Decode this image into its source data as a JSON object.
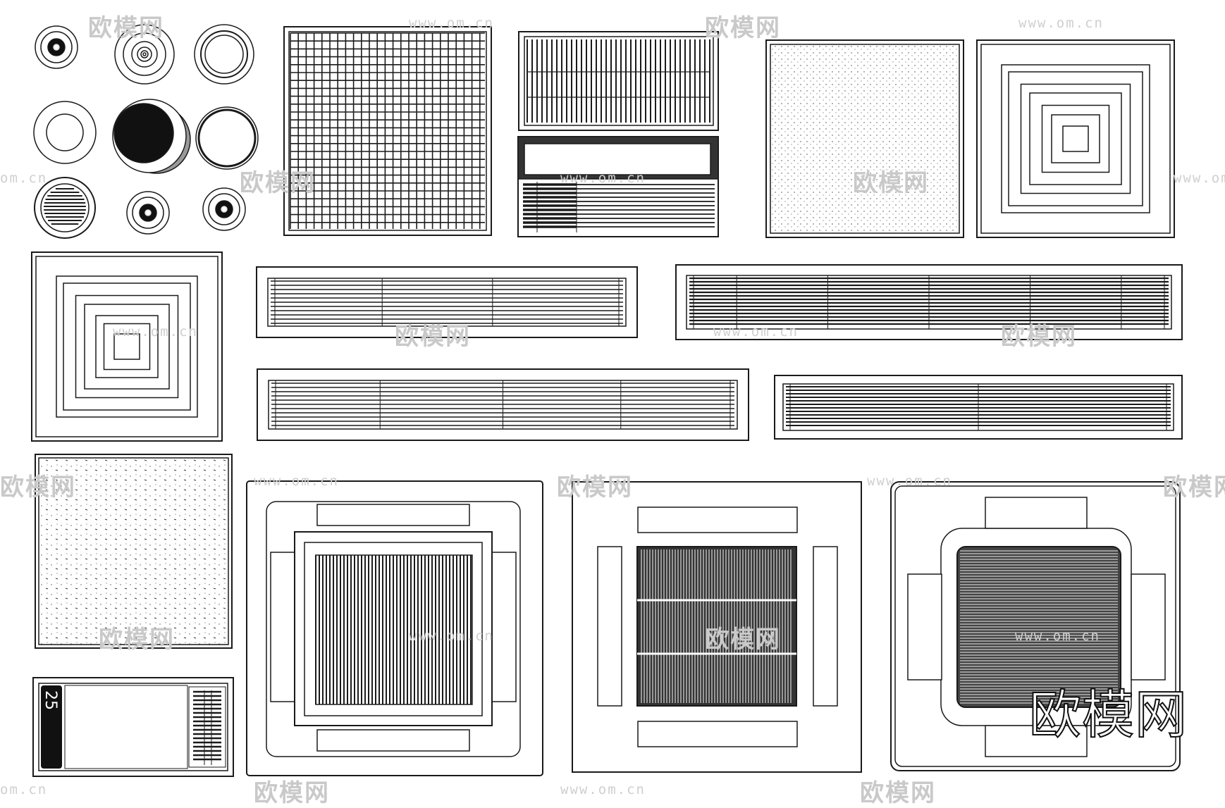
{
  "watermark": {
    "brand": "欧模网",
    "url": "www.om.cn",
    "url_short": "om.cn"
  },
  "heater_panel": {
    "temperature": "25"
  },
  "colors": {
    "line": "#1a1a1a",
    "fill": "#ffffff",
    "dark": "#111111",
    "watermark": "#c9c9c9"
  }
}
